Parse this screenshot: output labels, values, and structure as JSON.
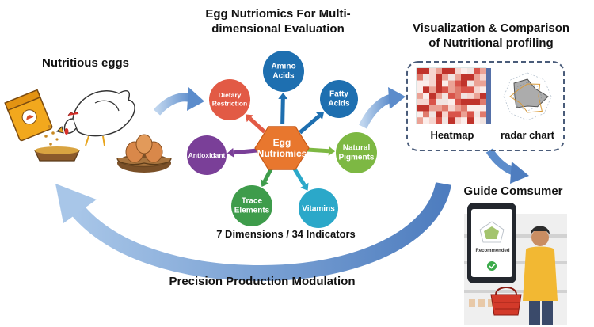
{
  "titles": {
    "nutritious_eggs": "Nutritious eggs",
    "nutriomics_line1": "Egg Nutriomics For Multi-",
    "nutriomics_line2": "dimensional Evaluation",
    "visualization_line1": "Visualization & Comparison",
    "visualization_line2": "of Nutritional profiling",
    "guide": "Guide Comsumer",
    "dimensions": "7 Dimensions / 34 Indicators",
    "precision": "Precision Production Modulation"
  },
  "hub": {
    "line1": "Egg",
    "line2": "Nutriomics",
    "color": "#E8772E"
  },
  "nodes": [
    {
      "name": "amino-acids",
      "lines": [
        "Amino",
        "Acids"
      ],
      "color": "#1E6FB0"
    },
    {
      "name": "fatty-acids",
      "lines": [
        "Fatty",
        "Acids"
      ],
      "color": "#1E6FB0"
    },
    {
      "name": "natural-pigments",
      "lines": [
        "Natural",
        "Pigments"
      ],
      "color": "#7DB843"
    },
    {
      "name": "vitamins",
      "lines": [
        "Vitamins"
      ],
      "color": "#2BA8C9"
    },
    {
      "name": "trace-elements",
      "lines": [
        "Trace",
        "Elements"
      ],
      "color": "#3E9C4B"
    },
    {
      "name": "antioxidant",
      "lines": [
        "Antioxidant"
      ],
      "color": "#7A3F98"
    },
    {
      "name": "dietary-restriction",
      "lines": [
        "Dietary",
        "Restriction"
      ],
      "color": "#E25A45"
    }
  ],
  "viz": {
    "heatmap_label": "Heatmap",
    "radar_label": "radar chart"
  },
  "phone": {
    "recommended": "Recommended"
  },
  "colors": {
    "flow_arrow": "#7FA8D6",
    "flow_arrow_dark": "#4E7DBF",
    "dashed_border": "#4A5C7A"
  }
}
